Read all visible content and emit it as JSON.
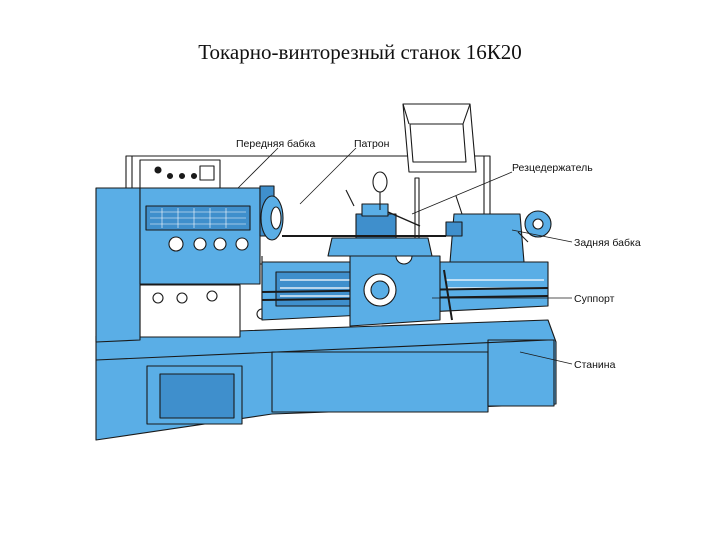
{
  "title": "Токарно-винторезный станок 16К20",
  "labels": {
    "headstock": "Передняя бабка",
    "chuck": "Патрон",
    "toolholder": "Резцедержатель",
    "tailstock": "Задняя бабка",
    "carriage": "Суппорт",
    "bed": "Станина"
  },
  "colors": {
    "machine_blue": "#5aaee6",
    "machine_blue_dark": "#3f8fcc",
    "guard_white": "#ffffff",
    "outline": "#1a1a1a",
    "shadow_white": "#dfeff9"
  }
}
